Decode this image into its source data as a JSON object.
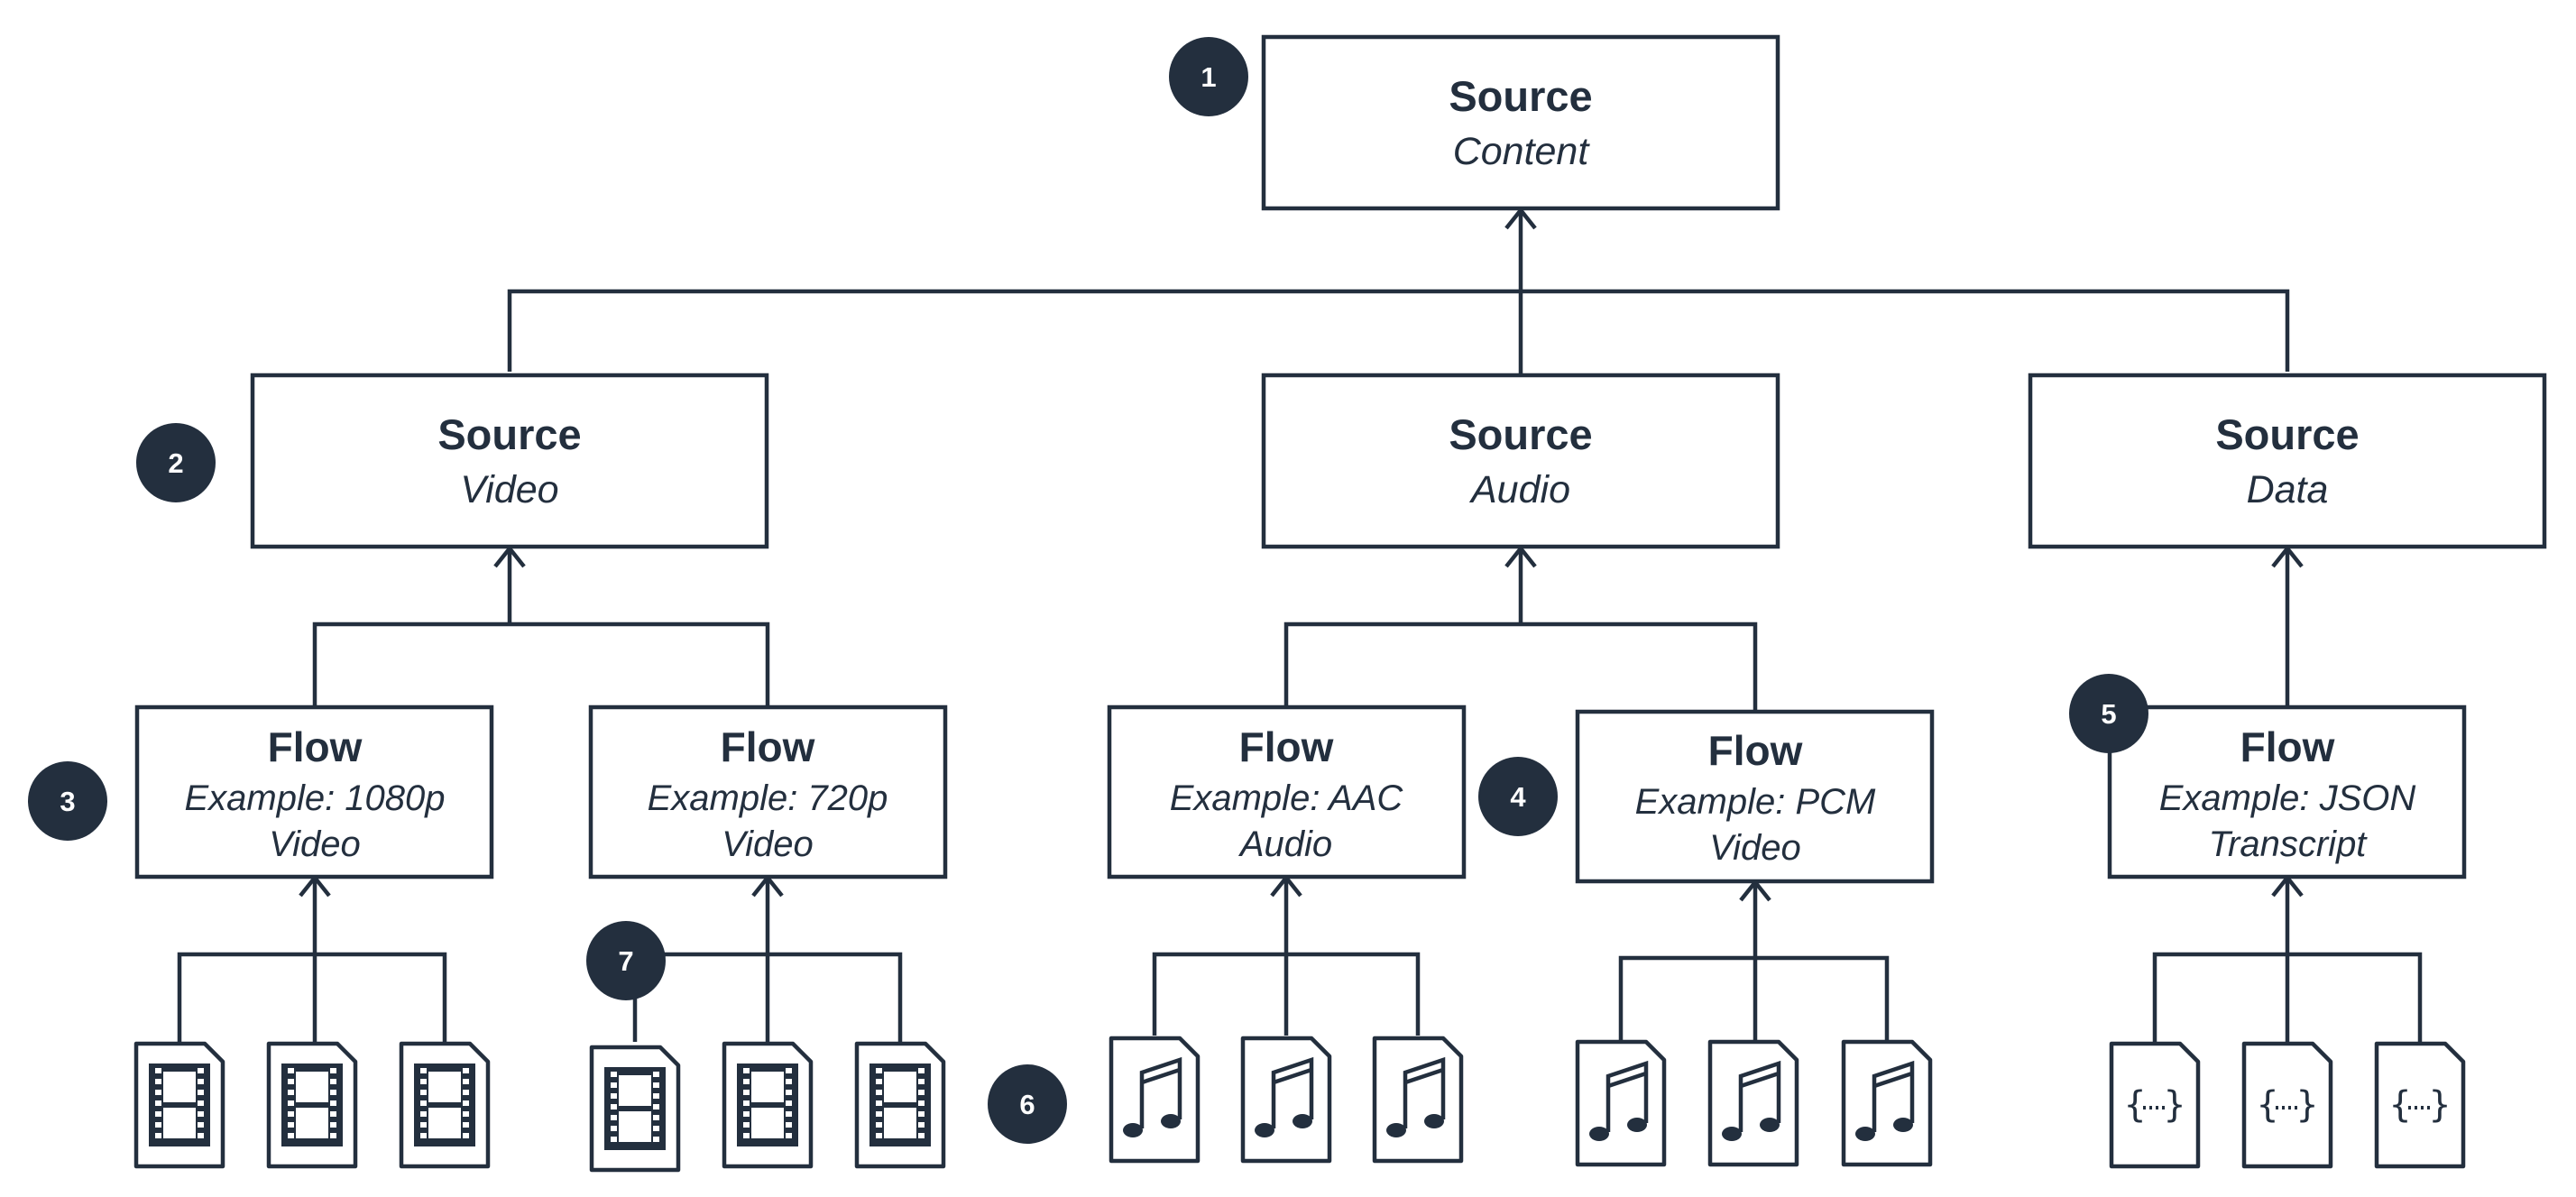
{
  "sources": {
    "content": {
      "title": "Source",
      "subtitle": "Content"
    },
    "video": {
      "title": "Source",
      "subtitle": "Video"
    },
    "audio": {
      "title": "Source",
      "subtitle": "Audio"
    },
    "data": {
      "title": "Source",
      "subtitle": "Data"
    }
  },
  "flows": {
    "video_1080": {
      "title": "Flow",
      "line1": "Example: 1080p",
      "line2": "Video"
    },
    "video_720": {
      "title": "Flow",
      "line1": "Example: 720p",
      "line2": "Video"
    },
    "audio_aac": {
      "title": "Flow",
      "line1": "Example: AAC",
      "line2": "Audio"
    },
    "audio_pcm": {
      "title": "Flow",
      "line1": "Example: PCM",
      "line2": "Video"
    },
    "data_json": {
      "title": "Flow",
      "line1": "Example: JSON",
      "line2": "Transcript"
    }
  },
  "badges": [
    "1",
    "2",
    "3",
    "4",
    "5",
    "6",
    "7"
  ],
  "segment_icons": {
    "video": "film-segment-icon",
    "audio": "music-segment-icon",
    "data": "json-segment-icon"
  }
}
